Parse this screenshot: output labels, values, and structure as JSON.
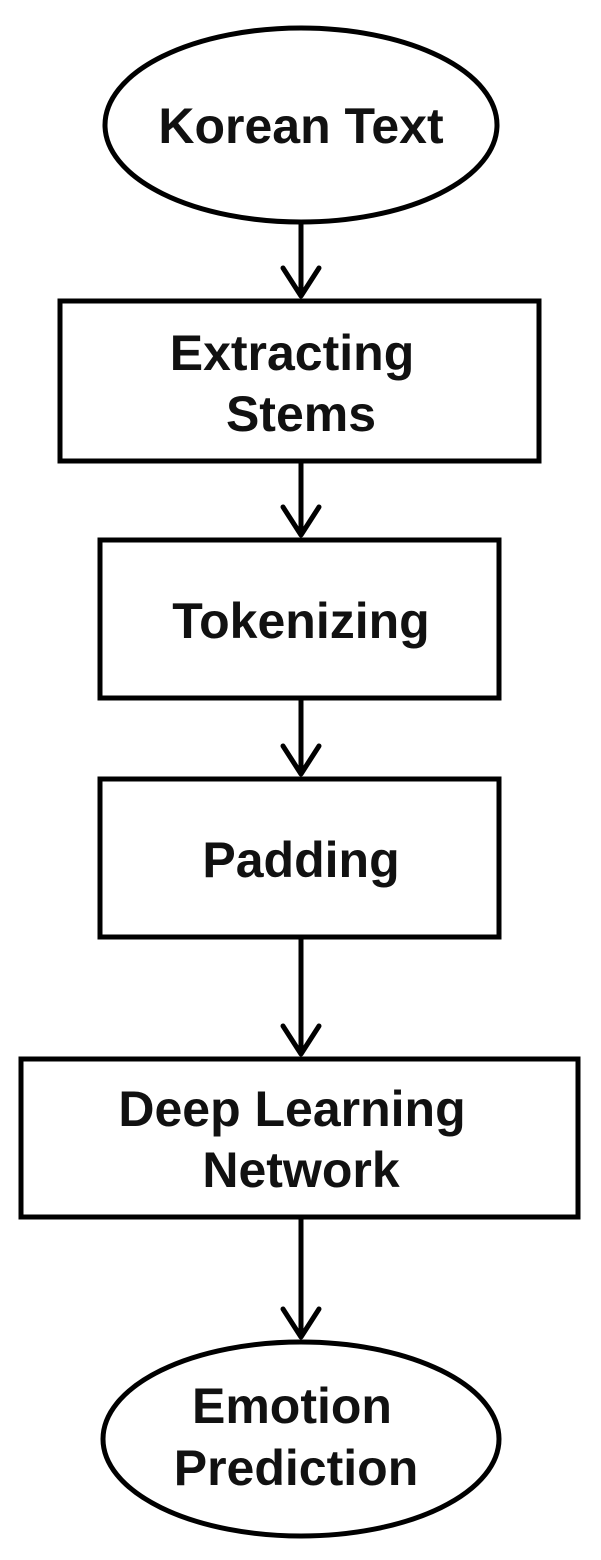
{
  "flowchart": {
    "nodes": [
      {
        "id": "korean-text",
        "shape": "ellipse",
        "lines": [
          "Korean Text"
        ]
      },
      {
        "id": "extracting-stems",
        "shape": "rect",
        "lines": [
          "Extracting",
          "Stems"
        ]
      },
      {
        "id": "tokenizing",
        "shape": "rect",
        "lines": [
          "Tokenizing"
        ]
      },
      {
        "id": "padding",
        "shape": "rect",
        "lines": [
          "Padding"
        ]
      },
      {
        "id": "deep-learning-network",
        "shape": "rect",
        "lines": [
          "Deep Learning",
          "Network"
        ]
      },
      {
        "id": "emotion-prediction",
        "shape": "ellipse",
        "lines": [
          "Emotion",
          "Prediction"
        ]
      }
    ],
    "edges": [
      {
        "from": "korean-text",
        "to": "extracting-stems"
      },
      {
        "from": "extracting-stems",
        "to": "tokenizing"
      },
      {
        "from": "tokenizing",
        "to": "padding"
      },
      {
        "from": "padding",
        "to": "deep-learning-network"
      },
      {
        "from": "deep-learning-network",
        "to": "emotion-prediction"
      }
    ]
  }
}
